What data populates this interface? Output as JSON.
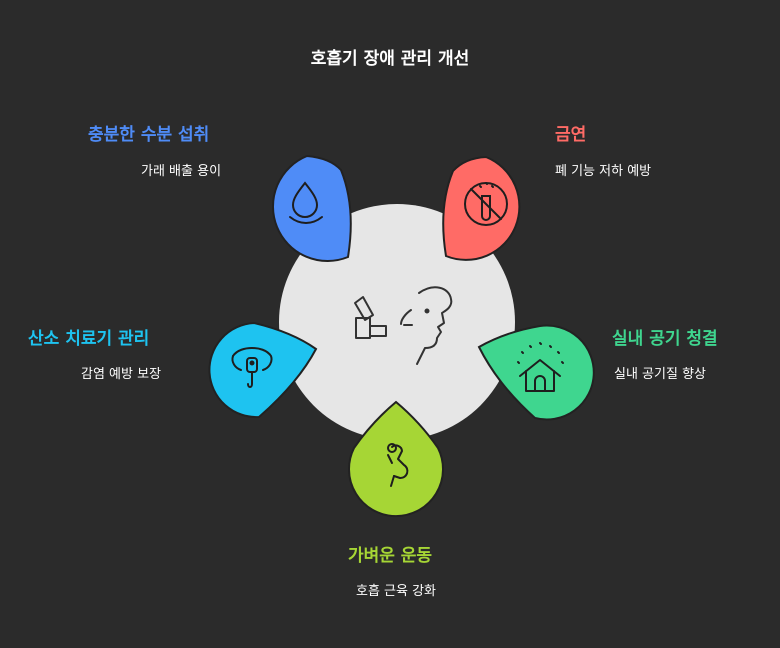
{
  "title": "호흡기 장애 관리 개선",
  "center": {
    "icon": "inhaler-face-icon"
  },
  "items": [
    {
      "title": "충분한 수분 섭취",
      "desc": "가래 배출 용이",
      "color": "#4f8cf7",
      "icon": "water-drop-icon"
    },
    {
      "title": "금연",
      "desc": "폐 기능 저하 예방",
      "color": "#ff6b66",
      "icon": "no-smoking-icon"
    },
    {
      "title": "실내 공기 청결",
      "desc": "실내 공기질 향상",
      "color": "#3fd68f",
      "icon": "clean-house-icon"
    },
    {
      "title": "가벼운 운동",
      "desc": "호흡 근육 강화",
      "color": "#a6d635",
      "icon": "exercise-band-icon"
    },
    {
      "title": "산소 치료기 관리",
      "desc": "감염 예방 보장",
      "color": "#1ec3f0",
      "icon": "oxygen-mask-icon"
    }
  ]
}
